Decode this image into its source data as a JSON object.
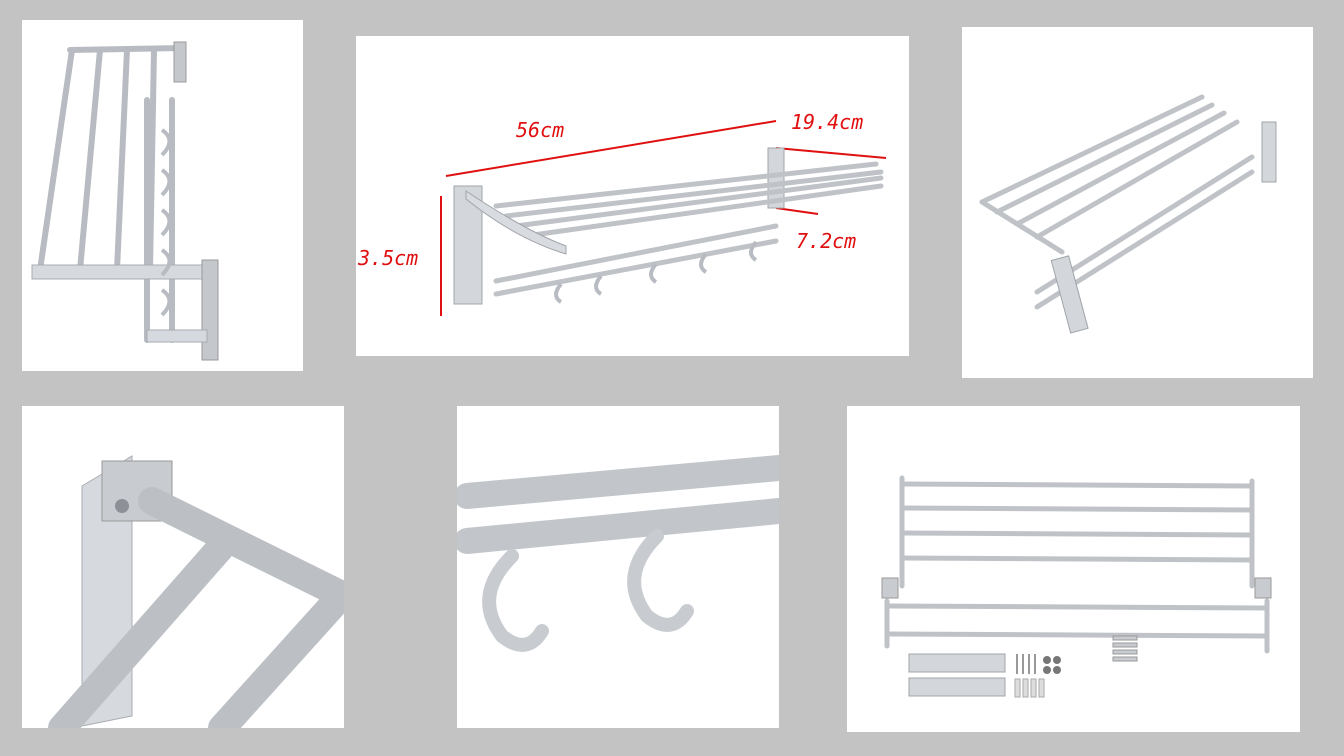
{
  "dimensions": {
    "length": "56cm",
    "depth": "19.4cm",
    "height": "3.5cm",
    "hook_depth": "7.2cm"
  },
  "colors": {
    "background": "#c3c3c3",
    "dimension_line": "#e01010",
    "metal": "#cfd2d6"
  }
}
